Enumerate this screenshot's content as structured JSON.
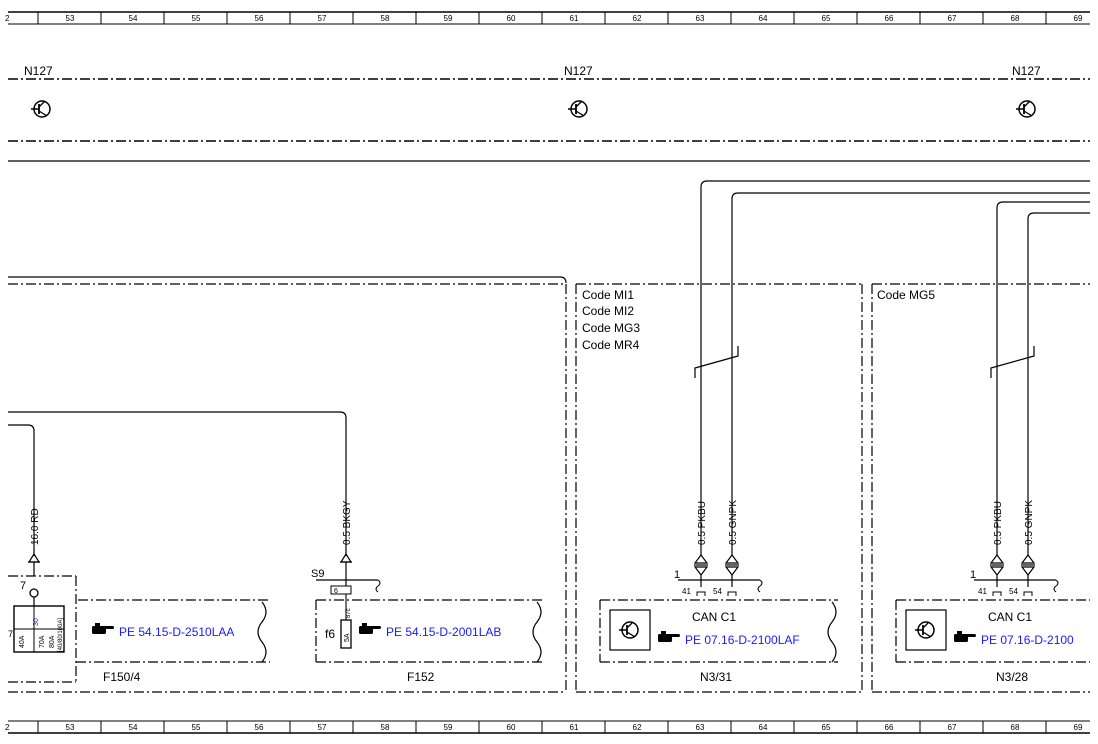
{
  "ruler": {
    "top_partial": "2",
    "numbers": [
      "53",
      "54",
      "55",
      "56",
      "57",
      "58",
      "59",
      "60",
      "61",
      "62",
      "63",
      "64",
      "65",
      "66",
      "67",
      "68",
      "69"
    ]
  },
  "top_labels": [
    "N127",
    "N127",
    "N127"
  ],
  "code_labels_left": [
    "Code MI1",
    "Code MI2",
    "Code MG3",
    "Code MR4"
  ],
  "code_label_right": "Code MG5",
  "wires": {
    "w1": "16.0 RD",
    "w2": "0.5 BKGY",
    "w3": "0.5 PKBU",
    "w4": "0.5 GNPK",
    "w5": "0.5 PKBU",
    "w6": "0.5 GNPK"
  },
  "pin_labels": {
    "f150_pin": "7",
    "f150_side": "7",
    "s9": "S9",
    "s9_pin": "6",
    "n331_pin_top": "1",
    "n331_pin_a": "41",
    "n331_pin_b": "54",
    "n328_pin_top": "1",
    "n328_pin_a": "41",
    "n328_pin_b": "54"
  },
  "fuse_text": {
    "f150_30": "30",
    "f150_a": "40A",
    "f150_b": "70A",
    "f150_c": "80A",
    "f150_side": "[40/80/100A]",
    "f152_rating": "5A",
    "f152_87": "87c",
    "f6": "f6"
  },
  "refs": {
    "r1": "PE 54.15-D-2510LAA",
    "r2": "PE 54.15-D-2001LAB",
    "r3": "PE 07.16-D-2100LAF",
    "r4": "PE 07.16-D-2100"
  },
  "can": {
    "c1": "CAN C1",
    "c2": "CAN C1"
  },
  "component_labels": {
    "f150": "F150/4",
    "f152": "F152",
    "n331": "N3/31",
    "n328": "N3/28"
  }
}
